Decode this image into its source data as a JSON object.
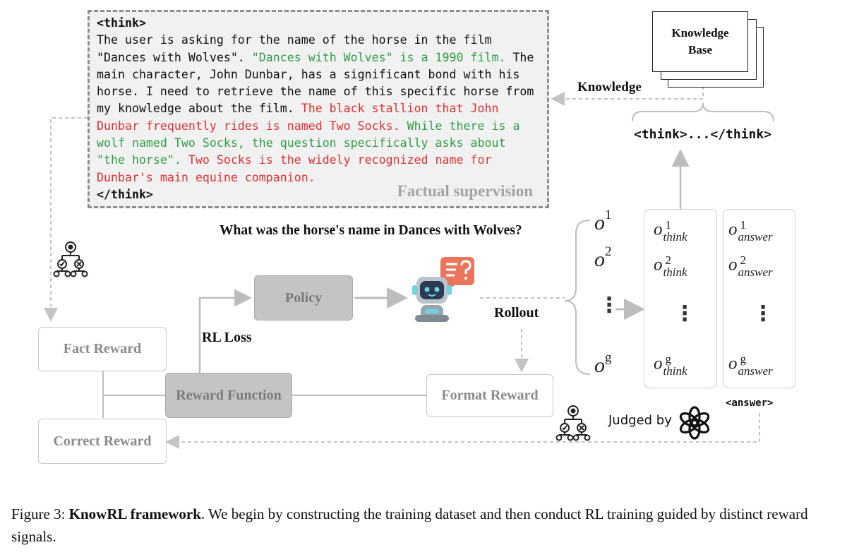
{
  "think_box": {
    "open_tag": "<think>",
    "close_tag": "</think>",
    "segments": [
      {
        "text": "The user is asking for the name of the horse in the film \"Dances with Wolves\". ",
        "color": "black"
      },
      {
        "text": "\"Dances with Wolves\" is a 1990 film.",
        "color": "green"
      },
      {
        "text": " The main character, John Dunbar, has a significant bond with his horse. I need to retrieve the name of this specific horse from my knowledge about the film. ",
        "color": "black"
      },
      {
        "text": "The black stallion that John Dunbar frequently rides is named Two Socks.",
        "color": "red"
      },
      {
        "text": " While there is a wolf named Two Socks, the question specifically asks about \"the horse\".",
        "color": "green"
      },
      {
        "text": " Two Socks is the widely recognized name for Dunbar's main equine companion.",
        "color": "red"
      }
    ],
    "factual_label": "Factual supervision"
  },
  "knowledge_base": {
    "line1": "Knowledge",
    "line2": "Base",
    "arrow_label": "Knowledge"
  },
  "think_tag_label": "<think>...</think>",
  "question": "What was the horse's name in Dances with Wolves?",
  "policy_label": "Policy",
  "rollout_label": "Rollout",
  "rl_loss_label": "RL Loss",
  "reward_function_label": "Reward Function",
  "fact_reward_label": "Fact Reward",
  "format_reward_label": "Format Reward",
  "correct_reward_label": "Correct Reward",
  "answer_tag_label": "<answer>",
  "judged_by_label": "Judged by",
  "outputs": {
    "base": "o",
    "superscripts": [
      "1",
      "2",
      "g"
    ],
    "think_sub": "think",
    "answer_sub": "answer"
  },
  "caption": {
    "prefix": "Figure 3: ",
    "title": "KnowRL framework",
    "rest": ". We begin by constructing the training dataset and then conduct RL training guided by distinct reward signals."
  },
  "colors": {
    "green": "#2f9e44",
    "red": "#e03131",
    "gray_box": "#c4c4c4",
    "think_bg": "#f1f1f1",
    "robot_accent": "#e8765c"
  }
}
